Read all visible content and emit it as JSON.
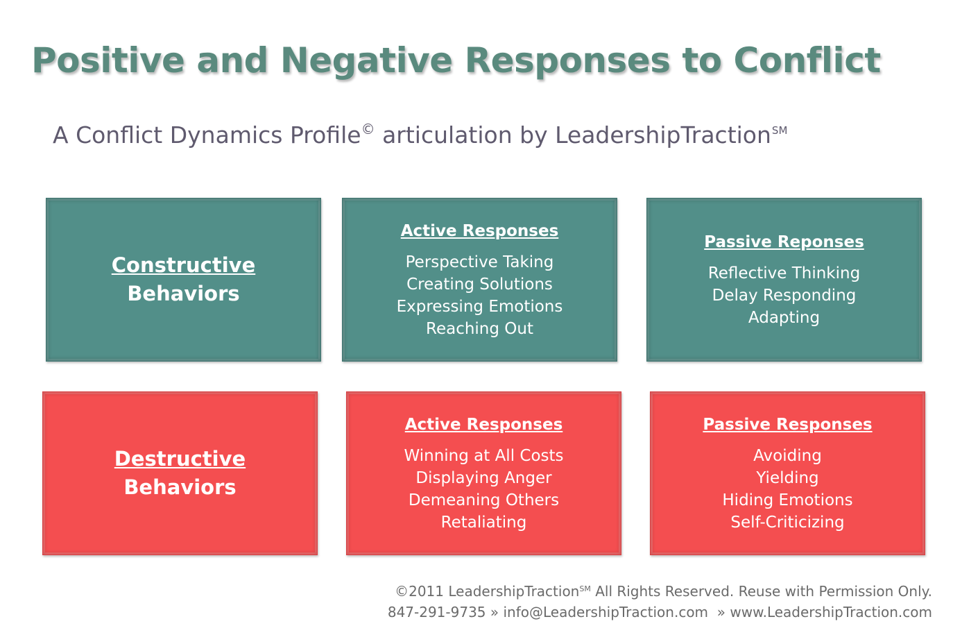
{
  "header": {
    "title": "Positive and Negative Responses to Conflict",
    "subtitle_pre": "A Conflict Dynamics Profile",
    "subtitle_copyright": "©",
    "subtitle_post": " articulation by LeadershipTraction",
    "subtitle_mark": "SM"
  },
  "constructive": {
    "category": {
      "title": "Constructive",
      "subtitle": "Behaviors"
    },
    "active": {
      "heading": "Active Responses",
      "items": [
        "Perspective Taking",
        "Creating Solutions",
        "Expressing Emotions",
        "Reaching Out"
      ]
    },
    "passive": {
      "heading": "Passive Reponses",
      "items": [
        "Reflective Thinking",
        "Delay Responding",
        "Adapting"
      ]
    }
  },
  "destructive": {
    "category": {
      "title": "Destructive",
      "subtitle": "Behaviors"
    },
    "active": {
      "heading": "Active Responses",
      "items": [
        "Winning at All Costs",
        "Displaying Anger",
        "Demeaning Others",
        "Retaliating"
      ]
    },
    "passive": {
      "heading": "Passive Responses",
      "items": [
        "Avoiding",
        "Yielding",
        "Hiding Emotions",
        "Self-Criticizing"
      ]
    }
  },
  "footer": {
    "line1_pre": "©2011 LeadershipTraction",
    "line1_mark": "SM",
    "line1_post": " All Rights Reserved. Reuse with Permission Only.",
    "line2": "847-291-9735 » info@LeadershipTraction.com  » www.LeadershipTraction.com"
  },
  "colors": {
    "title": "#5a8a7e",
    "constructive": "#528f89",
    "destructive": "#f44e50"
  }
}
